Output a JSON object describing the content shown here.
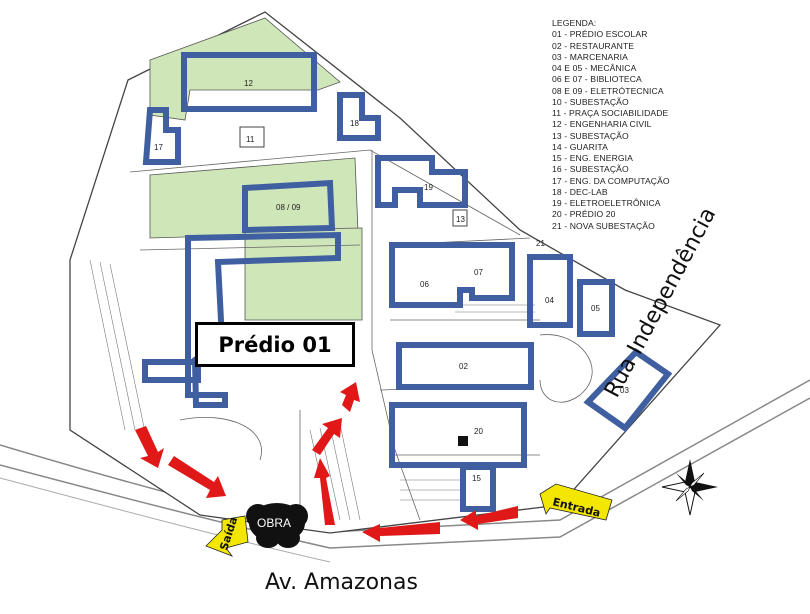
{
  "legend": {
    "title": "LEGENDA:",
    "items": [
      "01 - PRÉDIO ESCOLAR",
      "02 - RESTAURANTE",
      "03 - MARCENARIA",
      "04 E 05 - MECÂNICA",
      "06 E 07 - BIBLIOTECA",
      "08 E 09 - ELETRÓTECNICA",
      "10 - SUBESTAÇÃO",
      "11 - PRAÇA SOCIABILIDADE",
      "12 - ENGENHARIA CIVIL",
      "13 - SUBESTAÇÃO",
      "14 - GUARITA",
      "15 - ENG. ENERGIA",
      "16 - SUBESTAÇÃO",
      "17 - ENG. DA COMPUTAÇÃO",
      "18 - DEC-LAB",
      "19 - ELETROELETRÔNICA",
      "20 - PRÉDIO 20",
      "21 - NOVA SUBESTAÇÃO"
    ]
  },
  "buildings": {
    "b12": "12",
    "b11": "11",
    "b17": "17",
    "b18": "18",
    "b0809": "08 / 09",
    "b19": "19",
    "b13": "13",
    "b06": "06",
    "b07": "07",
    "b04": "04",
    "b05": "05",
    "b02": "02",
    "b20": "20",
    "b03": "03",
    "b15": "15",
    "b21": "21"
  },
  "highlight": "Prédio 01",
  "construction": "OBRA",
  "streets": {
    "bottom": "Av. Amazonas",
    "right": "Rua Independência"
  },
  "signs": {
    "exit": "Saída",
    "entrance": "Entrada"
  },
  "colors": {
    "building_outline": "#3f5fa0",
    "route_arrow": "#e01818",
    "sign": "#f3e600",
    "green": "#cfe6b8"
  }
}
